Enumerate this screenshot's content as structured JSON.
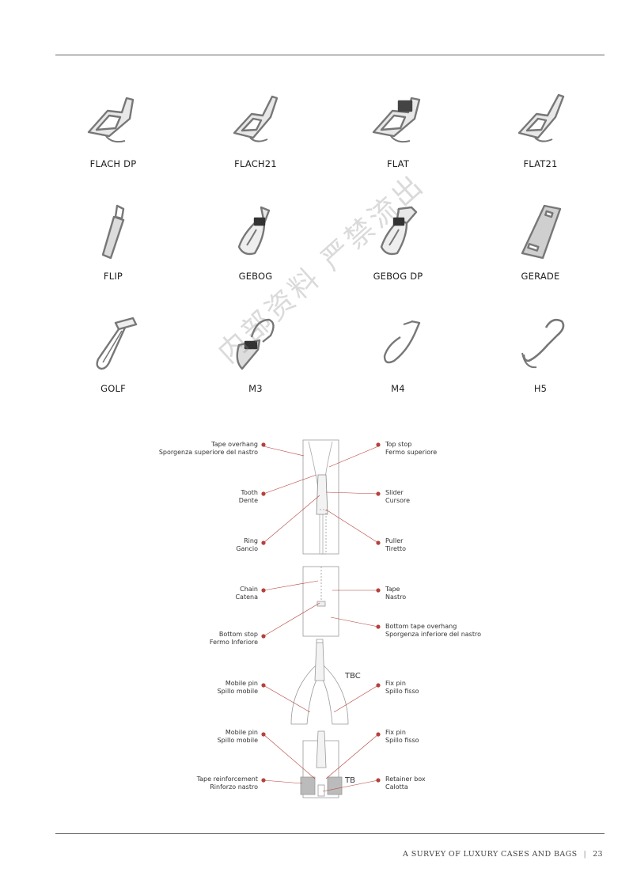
{
  "pullers": [
    {
      "label": "FLACH DP",
      "icon": "flach-dp-puller-icon"
    },
    {
      "label": "FLACH21",
      "icon": "flach21-puller-icon"
    },
    {
      "label": "FLAT",
      "icon": "flat-puller-icon"
    },
    {
      "label": "FLAT21",
      "icon": "flat21-puller-icon"
    },
    {
      "label": "FLIP",
      "icon": "flip-puller-icon"
    },
    {
      "label": "GEBOG",
      "icon": "gebog-puller-icon"
    },
    {
      "label": "GEBOG DP",
      "icon": "gebog-dp-puller-icon"
    },
    {
      "label": "GERADE",
      "icon": "gerade-puller-icon"
    },
    {
      "label": "GOLF",
      "icon": "golf-puller-icon"
    },
    {
      "label": "M3",
      "icon": "m3-puller-icon"
    },
    {
      "label": "M4",
      "icon": "m4-puller-icon"
    },
    {
      "label": "H5",
      "icon": "h5-puller-icon"
    }
  ],
  "diagram": {
    "annotations_left": [
      {
        "en": "Tape overhang",
        "it": "Sporgenza superiore del nastro"
      },
      {
        "en": "Tooth",
        "it": "Dente"
      },
      {
        "en": "Ring",
        "it": "Gancio"
      },
      {
        "en": "Chain",
        "it": "Catena"
      },
      {
        "en": "Bottom stop",
        "it": "Fermo Inferiore"
      },
      {
        "en": "Mobile pin",
        "it": "Spillo mobile"
      },
      {
        "en": "Mobile pin",
        "it": "Spillo mobile"
      },
      {
        "en": "Tape reinforcement",
        "it": "Rinforzo nastro"
      }
    ],
    "annotations_right": [
      {
        "en": "Top stop",
        "it": "Fermo superiore"
      },
      {
        "en": "Slider",
        "it": "Cursore"
      },
      {
        "en": "Puller",
        "it": "Tiretto"
      },
      {
        "en": "Tape",
        "it": "Nastro"
      },
      {
        "en": "Bottom tape overhang",
        "it": "Sporgenza inferiore del nastro"
      },
      {
        "en": "Fix pin",
        "it": "Spillo fisso"
      },
      {
        "en": "Fix pin",
        "it": "Spillo fisso"
      },
      {
        "en": "Retainer box",
        "it": "Calotta"
      }
    ],
    "tag_tbc": "TBC",
    "tag_tb": "TB",
    "dot_color": "#b5413c"
  },
  "watermark": "内部资料 严禁流出",
  "footer": {
    "title": "A SURVEY OF LUXURY CASES AND BAGS",
    "separator": "|",
    "page_number": "23"
  }
}
